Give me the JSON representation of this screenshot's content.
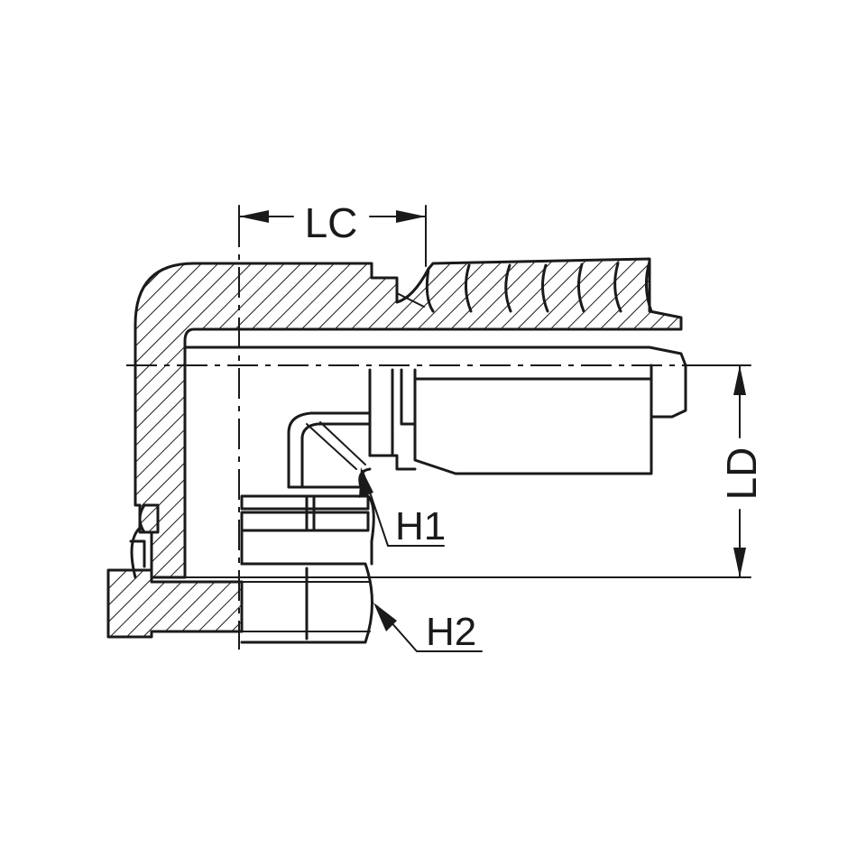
{
  "labels": {
    "lc": "LC",
    "ld": "LD",
    "h1": "H1",
    "h2": "H2"
  },
  "colors": {
    "line": "#1a1a1a",
    "background": "#ffffff"
  }
}
